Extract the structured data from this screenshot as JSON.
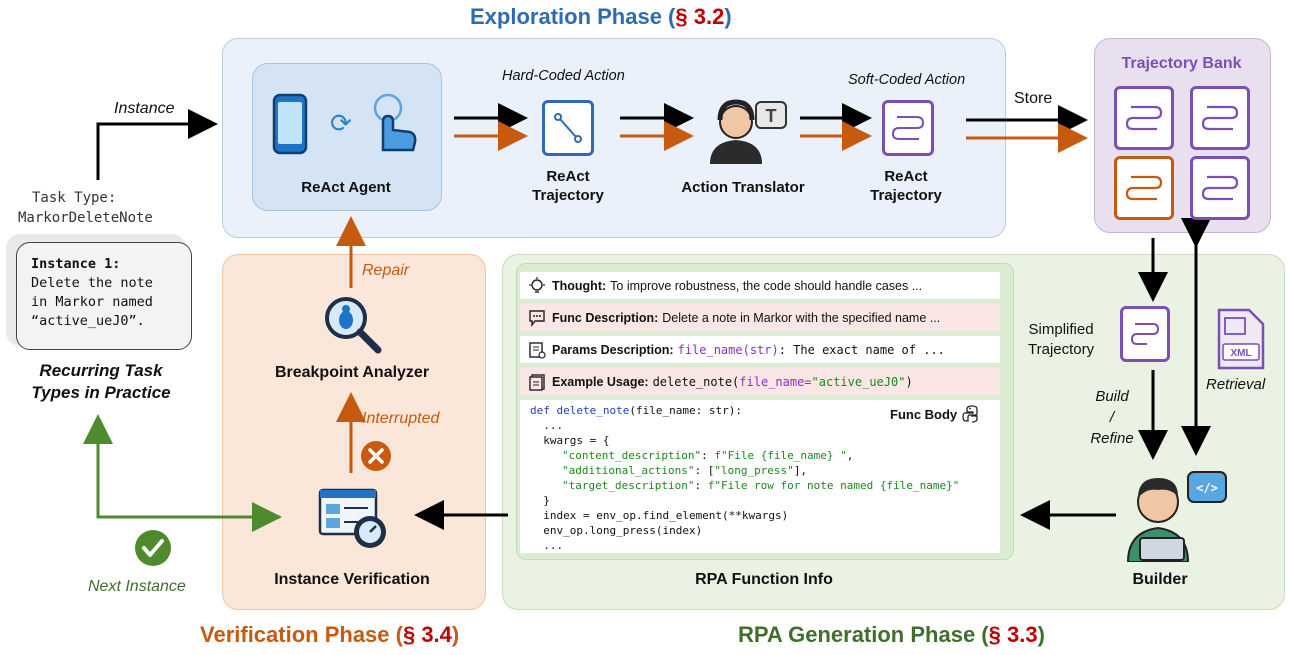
{
  "phases": {
    "exploration": {
      "title": "Exploration Phase (",
      "section": "§ 3.2",
      "close": ")"
    },
    "verification": {
      "title": "Verification Phase (",
      "section": "§ 3.4",
      "close": ")"
    },
    "rpa_generation": {
      "title": "RPA Generation Phase (",
      "section": "§ 3.3",
      "close": ")"
    }
  },
  "colors": {
    "exploration": "#2e6bb0",
    "verification": "#c65a11",
    "rpa": "#3f6f2a",
    "section": "#c00000",
    "bank": "#7b4fb5"
  },
  "left": {
    "instance_label": "Instance",
    "task_type_line1": "Task Type:",
    "task_type_line2": "MarkorDeleteNote",
    "card_title": "Instance 1:",
    "card_line1": "Delete the note",
    "card_line2": "in Markor named",
    "card_line3": "“active_ueJ0”.",
    "caption_line1": "Recurring Task",
    "caption_line2": "Types in Practice",
    "next_instance": "Next Instance"
  },
  "exploration": {
    "react_agent": "ReAct Agent",
    "hard_coded": "Hard-Coded Action",
    "soft_coded": "Soft-Coded Action",
    "trajectory1_l1": "ReAct",
    "trajectory1_l2": "Trajectory",
    "action_translator": "Action Translator",
    "trajectory2_l1": "ReAct",
    "trajectory2_l2": "Trajectory",
    "store": "Store"
  },
  "bank": {
    "title": "Trajectory Bank"
  },
  "verification": {
    "repair": "Repair",
    "breakpoint_analyzer": "Breakpoint Analyzer",
    "interrupted": "Interrupted",
    "instance_verification": "Instance Verification"
  },
  "rpa": {
    "thought_label": "Thought:",
    "thought_text": "To improve robustness, the code should handle cases  ...",
    "func_desc_label": "Func Description:",
    "func_desc_text": "Delete a note in Markor with the specified name ...",
    "params_label": "Params Description:",
    "params_var": "file_name(str)",
    "params_text": ": The exact name of ...",
    "usage_label": "Example Usage:",
    "usage_text1": "delete_note(",
    "usage_var": "file_name=",
    "usage_str": "\"active_ueJ0\"",
    "usage_text2": ")",
    "func_body": "Func Body",
    "code_def": "def",
    "code_fn": "delete_note",
    "code_sig": "(file_name: str):",
    "code_l2": "  ...",
    "code_l3": "  kwargs = {",
    "code_l4a": "\"content_description\"",
    "code_l4b": ": ",
    "code_l4c": "f\"File {file_name} \"",
    "code_l4d": ",",
    "code_l5a": "\"additional_actions\"",
    "code_l5b": ": [",
    "code_l5c": "\"long_press\"",
    "code_l5d": "],",
    "code_l6a": "\"target_description\"",
    "code_l6b": ": ",
    "code_l6c": "f\"File row for note named {file_name}\"",
    "code_l7": "  }",
    "code_l8": "  index = env_op.find_element(**kwargs)",
    "code_l9": "  env_op.long_press(index)",
    "code_l10": "  ...",
    "caption": "RPA Function Info"
  },
  "builder_side": {
    "simplified_l1": "Simplified",
    "simplified_l2": "Trajectory",
    "build_l1": "Build",
    "build_l2": "/",
    "build_l3": "Refine",
    "retrieval": "Retrieval",
    "xml": "XML",
    "builder": "Builder"
  },
  "icons": [
    "phone-icon",
    "refresh-icon",
    "pointer-hand-icon",
    "trajectory-line-icon",
    "translator-person-icon",
    "soft-trajectory-icon",
    "bank-trajectory-icon",
    "magnifier-bug-icon",
    "error-x-icon",
    "verification-monitor-icon",
    "check-icon",
    "lightbulb-icon",
    "chat-icon",
    "params-icon",
    "usage-icon",
    "python-icon",
    "xml-file-icon",
    "builder-person-icon"
  ]
}
